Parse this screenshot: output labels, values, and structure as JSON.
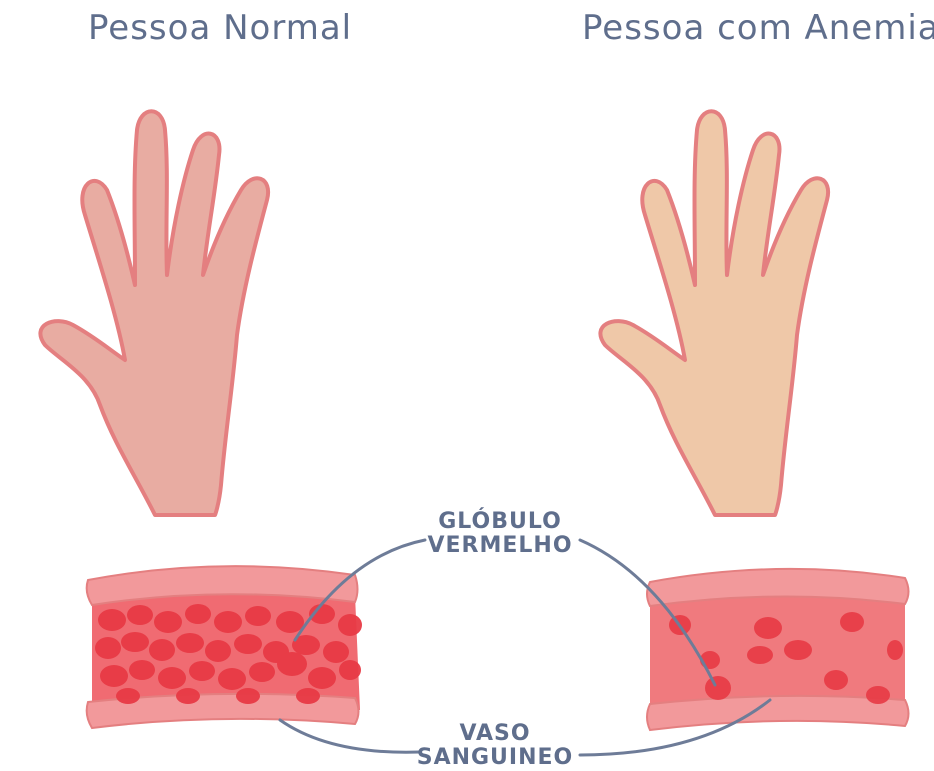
{
  "titles": {
    "normal": "Pessoa Normal",
    "anemia": "Pessoa com Anemia"
  },
  "labels": {
    "globulo_line1": "GLÓBULO",
    "globulo_line2": "VERMELHO",
    "vaso_line1": "VASO",
    "vaso_line2": "SANGUINEO"
  },
  "colors": {
    "normal_skin": "#e8aca2",
    "anemia_skin": "#efc8a8",
    "outline": "#e47f80",
    "vessel_wall": "#f2999b",
    "vessel_inside_normal": "#f06b72",
    "vessel_inside_anemia": "#f07a7e",
    "red_cell": "#e83a45",
    "text": "#5f6e8c"
  },
  "icons": {
    "left_hand": "hand-icon",
    "right_hand": "hand-icon"
  }
}
